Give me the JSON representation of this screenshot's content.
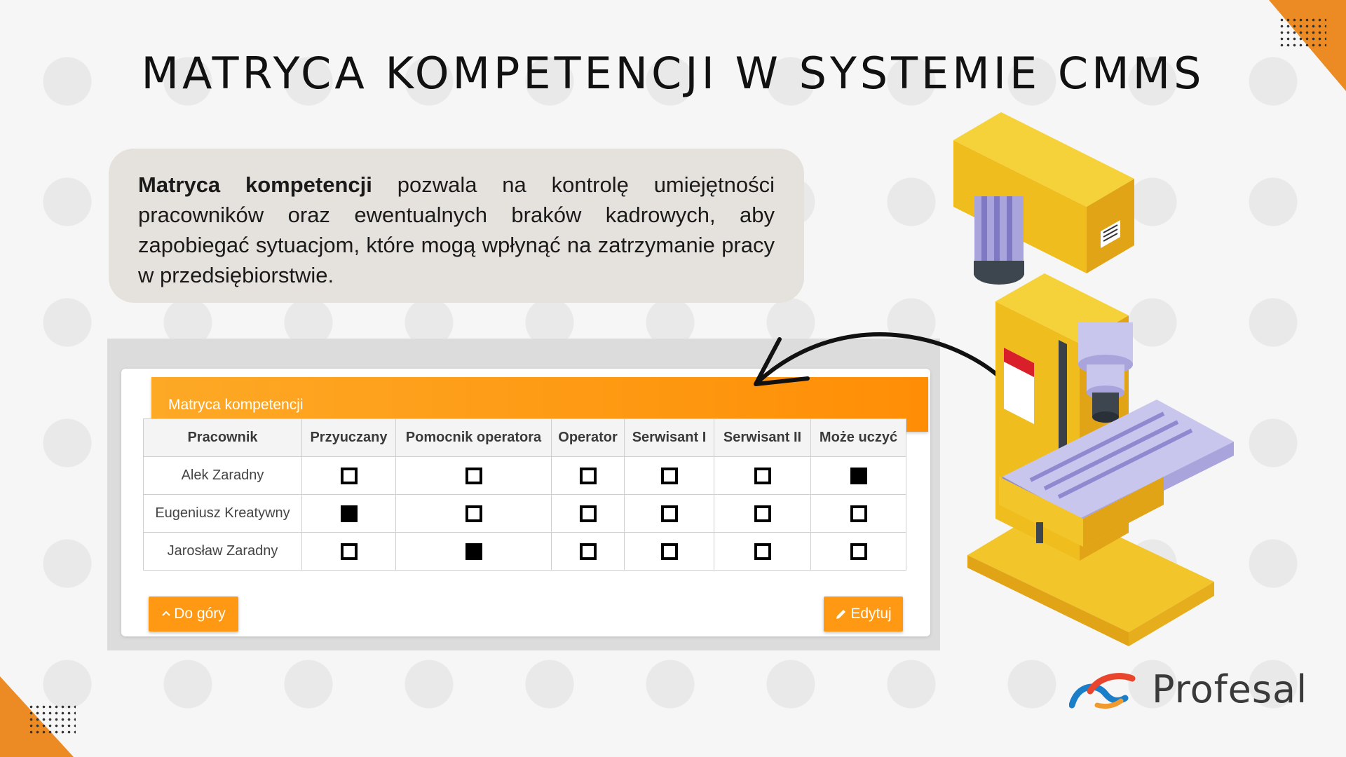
{
  "page": {
    "title": "MATRYCA KOMPETENCJI W SYSTEMIE CMMS",
    "intro_bold": "Matryca kompetencji",
    "intro_rest": "pozwala na kontrolę umiejętności pracowników oraz ewentualnych braków kadrowych, aby zapobiegać sytuacjom, które mogą wpłynąć na zatrzymanie pracy w przedsiębiorstwie."
  },
  "panel": {
    "title": "Matryca kompetencji",
    "columns": [
      "Pracownik",
      "Przyuczany",
      "Pomocnik operatora",
      "Operator",
      "Serwisant I",
      "Serwisant II",
      "Może uczyć"
    ],
    "rows": [
      {
        "name": "Alek Zaradny",
        "checks": [
          false,
          false,
          false,
          false,
          false,
          true
        ]
      },
      {
        "name": "Eugeniusz Kreatywny",
        "checks": [
          true,
          false,
          false,
          false,
          false,
          false
        ]
      },
      {
        "name": "Jarosław Zaradny",
        "checks": [
          false,
          true,
          false,
          false,
          false,
          false
        ]
      }
    ],
    "back_to_top_label": "Do góry",
    "edit_label": "Edytuj"
  },
  "brand": {
    "name": "Profesal"
  },
  "colors": {
    "accent": "#ec8a24",
    "header_orange": "#ff9914",
    "machine_yellow": "#f2c52a",
    "machine_purple": "#a9a4dc",
    "logo_blue": "#1a7ec8",
    "logo_red": "#e8452c"
  },
  "icons": {
    "back_to_top": "chevron-up-icon",
    "edit": "pencil-icon",
    "illustration": "milling-machine-illustration",
    "arrow": "curved-arrow"
  }
}
